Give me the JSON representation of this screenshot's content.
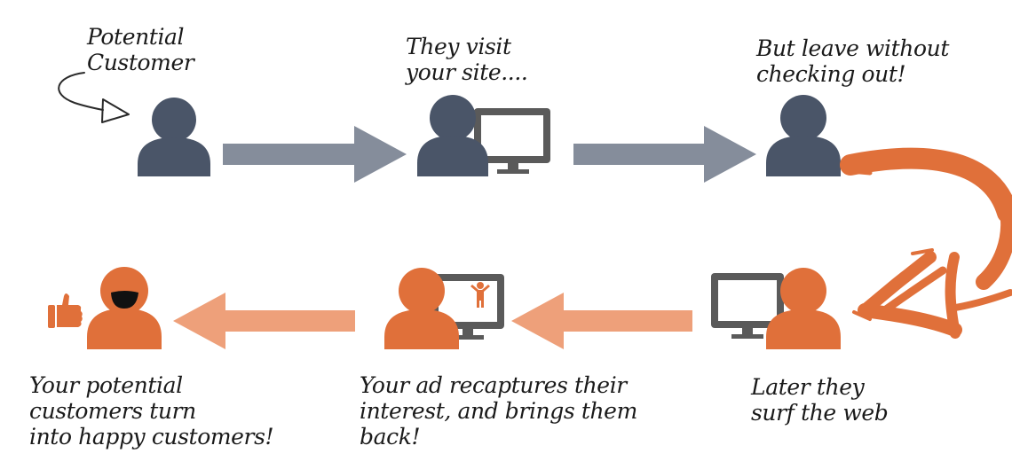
{
  "steps": {
    "potential": {
      "line1": "Potential",
      "line2": "Customer"
    },
    "visit": {
      "line1": "They visit",
      "line2": "your site...."
    },
    "leave": {
      "line1": "But leave without",
      "line2": "checking out!"
    },
    "surf": {
      "line1": "Later they",
      "line2": "surf the web"
    },
    "recapture": {
      "line1": "Your ad recaptures their",
      "line2": "interest, and brings them",
      "line3": "back!"
    },
    "happy": {
      "line1": "Your potential",
      "line2": "customers turn",
      "line3": "into happy customers!"
    }
  },
  "icons": [
    "person-icon",
    "monitor-icon",
    "thumbs-up-icon",
    "curved-arrow-icon",
    "smile-icon"
  ],
  "colors": {
    "person_slate": "#4a5568",
    "monitor_gray": "#5a5a5a",
    "arrow_gray": "#858d9b",
    "orange": "#e0703a",
    "arrow_peach": "#eea07a"
  }
}
